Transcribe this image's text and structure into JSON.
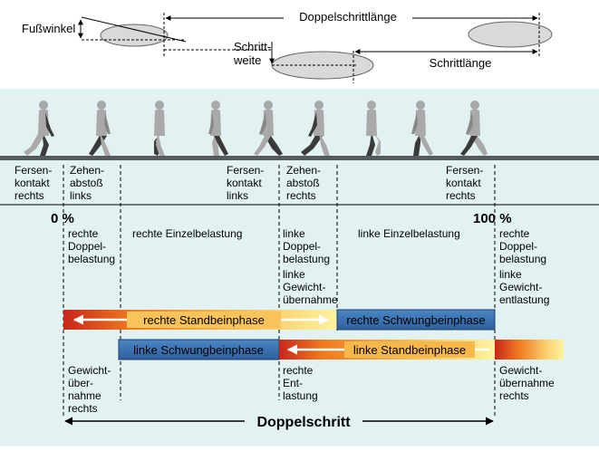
{
  "top": {
    "foot_angle": "Fußwinkel",
    "double_step_length": "Doppelschrittlänge",
    "step_width": [
      "Schritt-",
      "weite"
    ],
    "step_length": "Schrittlänge"
  },
  "events": [
    [
      "Fersen-",
      "kontakt",
      "rechts"
    ],
    [
      "Zehen-",
      "abstoß",
      "links"
    ],
    [
      "Fersen-",
      "kontakt",
      "links"
    ],
    [
      "Zehen-",
      "abstoß",
      "rechts"
    ],
    [
      "Fersen-",
      "kontakt",
      "rechts"
    ]
  ],
  "percent_start": "0 %",
  "percent_end": "100 %",
  "phases": {
    "rechte_doppel": [
      "rechte",
      "Doppel-",
      "belastung"
    ],
    "rechte_einzel": "rechte Einzelbelastung",
    "linke_doppel": [
      "linke",
      "Doppel-",
      "belastung"
    ],
    "linke_gewicht": [
      "linke",
      "Gewicht-",
      "übernahme"
    ],
    "linke_einzel": "linke Einzelbelastung",
    "rechte_doppel_2": [
      "rechte",
      "Doppel-",
      "belastung"
    ],
    "linke_gewicht_entlastung": [
      "linke",
      "Gewicht-",
      "entlastung"
    ]
  },
  "bars": {
    "rechte_stand": "rechte Standbeinphase",
    "rechte_schwung": "rechte Schwungbeinphase",
    "linke_schwung": "linke Schwungbeinphase",
    "linke_stand": "linke Standbeinphase"
  },
  "bottom": {
    "gewicht_uebernahme_rechts": [
      "Gewicht-",
      "über-",
      "nahme",
      "rechts"
    ],
    "rechte_entlastung": [
      "rechte",
      "Ent-",
      "lastung"
    ],
    "gewicht_uebernahme_rechts_2": [
      "Gewicht-",
      "übernahme",
      "rechts"
    ],
    "doppelschritt": "Doppelschritt"
  },
  "colors": {
    "panel": "#e2f1f1",
    "ground": "#555a5c",
    "swing_bar": "#3a73b5",
    "stance_orange": "#f07a1e",
    "stance_yellow": "#fff3a0",
    "stance_red": "#c8261c",
    "figure_right": "#a9a9a9",
    "figure_left": "#3a3a3a"
  }
}
